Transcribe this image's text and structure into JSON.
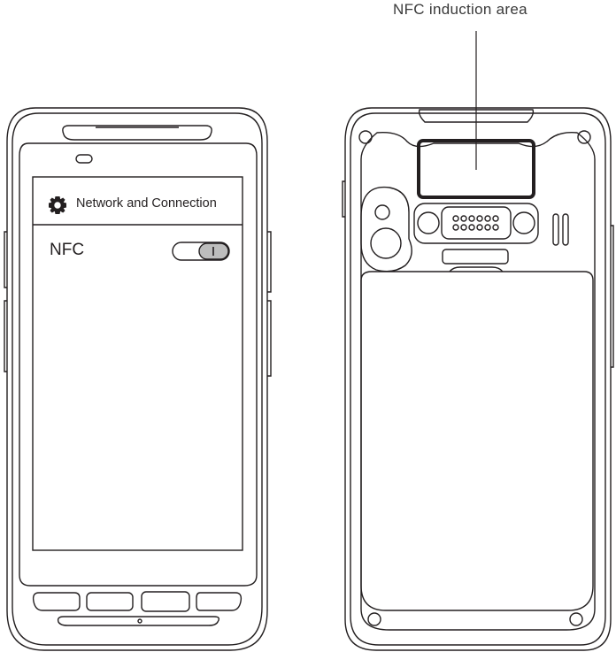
{
  "annotation": {
    "label": "NFC induction area"
  },
  "front_device": {
    "screen": {
      "header_icon": "gear-icon",
      "header_title": "Network and Connection",
      "setting_label": "NFC",
      "toggle_state": "on",
      "toggle_glyph": "I"
    },
    "nav_buttons": 4
  },
  "back_device": {
    "nfc_area": "highlighted rectangle",
    "pogo_pins": 12
  },
  "colors": {
    "line": "#231f20",
    "label": "#3a3a3a",
    "toggle_knob": "#bdbdbd"
  }
}
